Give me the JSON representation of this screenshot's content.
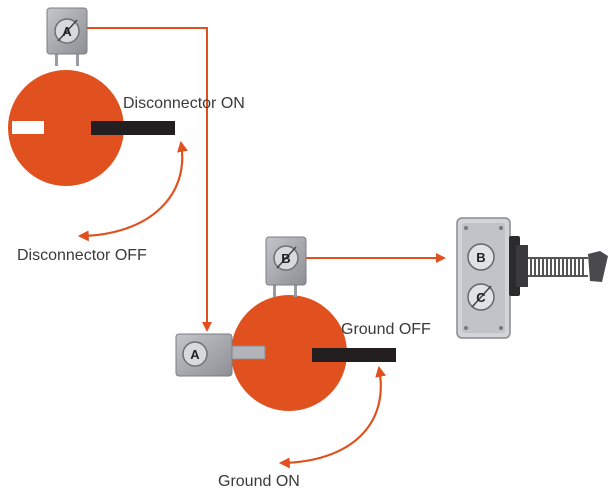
{
  "labels": {
    "disconnector_on": "Disconnector ON",
    "disconnector_off": "Disconnector OFF",
    "ground_off": "Ground OFF",
    "ground_on": "Ground ON"
  },
  "keys": {
    "lock_top": "A",
    "lock_middle": "B",
    "lock_bottom": "A",
    "interlock_upper": "B",
    "interlock_lower": "C"
  },
  "colors": {
    "accent": "#E0511F",
    "arrow": "#E0511F",
    "handle": "#231F20",
    "lock_body": "#A9AAB0"
  }
}
